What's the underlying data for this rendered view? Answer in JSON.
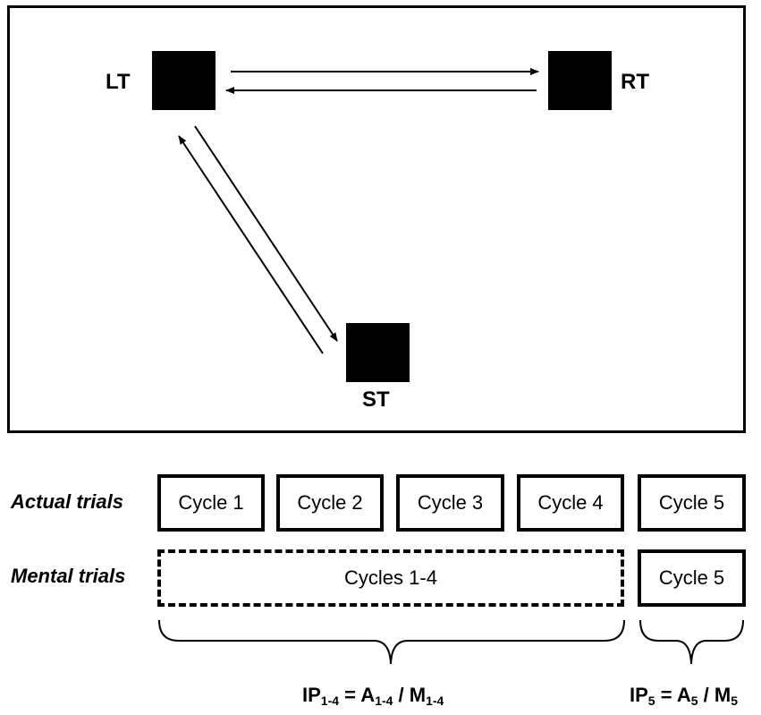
{
  "targets": {
    "lt": {
      "label": "LT"
    },
    "rt": {
      "label": "RT"
    },
    "st": {
      "label": "ST"
    }
  },
  "rows": {
    "actual": {
      "label": "Actual trials",
      "cycles": [
        "Cycle 1",
        "Cycle 2",
        "Cycle 3",
        "Cycle 4",
        "Cycle 5"
      ]
    },
    "mental": {
      "label": "Mental trials",
      "combined": "Cycles 1-4",
      "single": "Cycle 5"
    }
  },
  "formulas": {
    "f14": {
      "ip": "IP",
      "ip_sub": "1-4",
      "eq": " = ",
      "a": "A",
      "a_sub": "1-4",
      "div": " / ",
      "m": "M",
      "m_sub": "1-4"
    },
    "f5": {
      "ip": "IP",
      "ip_sub": "5",
      "eq": " = ",
      "a": "A",
      "a_sub": "5",
      "div": " / ",
      "m": "M",
      "m_sub": "5"
    }
  }
}
